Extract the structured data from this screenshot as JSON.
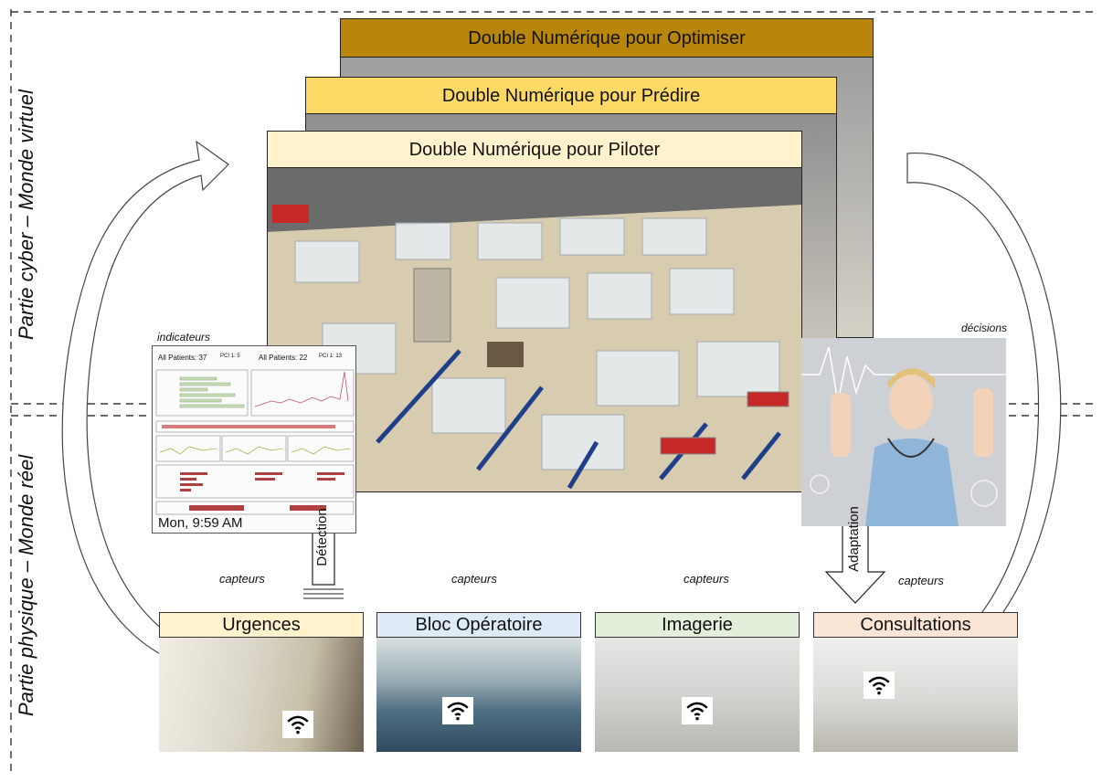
{
  "side_labels": {
    "cyber": "Partie cyber – Monde virtuel",
    "physical": "Partie physique – Monde réel"
  },
  "twins": [
    {
      "title": "Double Numérique pour Optimiser",
      "color": "#b8860b"
    },
    {
      "title": "Double Numérique pour Prédire",
      "color": "#ffd966"
    },
    {
      "title": "Double Numérique pour Piloter",
      "color": "#fff2cc"
    }
  ],
  "dashboard": {
    "caption": "indicateurs",
    "all_patients_1": "All Patients: 37",
    "pci_1": "PCI 1: 5",
    "all_patients_2": "All Patients: 22",
    "pci_2": "PCI 1: 13",
    "time": "Mon, 9:59 AM"
  },
  "decisions_caption": "décisions",
  "arrows": {
    "detection": "Détection",
    "adaptation": "Adaptation"
  },
  "capteurs_label": "capteurs",
  "services": [
    {
      "title": "Urgences",
      "color": "#fff2cc"
    },
    {
      "title": "Bloc Opératoire",
      "color": "#deebf7"
    },
    {
      "title": "Imagerie",
      "color": "#e2efda"
    },
    {
      "title": "Consultations",
      "color": "#fbe5d6"
    }
  ],
  "icons": {
    "wifi": "wifi-icon",
    "detection_arrow": "up-arrow-icon",
    "adaptation_arrow": "down-arrow-icon"
  }
}
